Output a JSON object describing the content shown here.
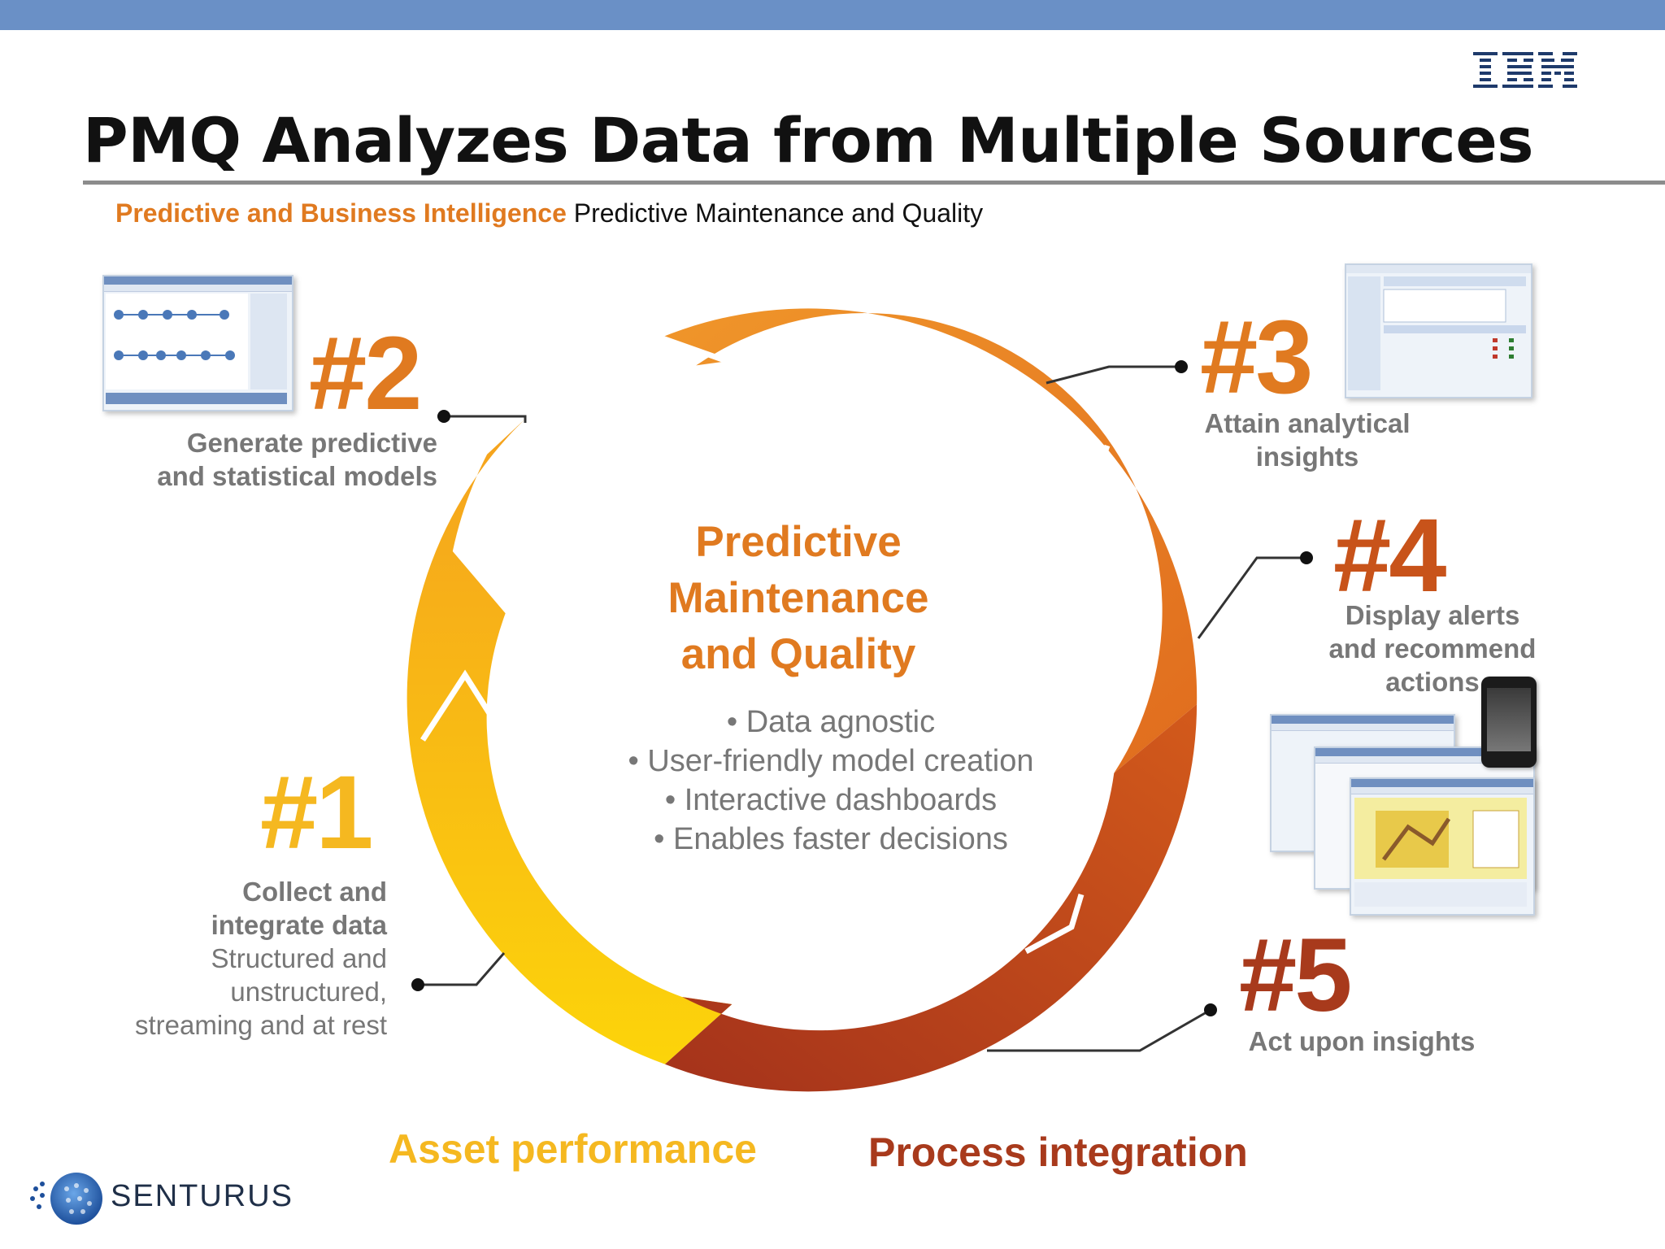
{
  "header": {
    "title": "PMQ Analyzes Data from Multiple Sources",
    "subtitle_accent": "Predictive and Business Intelligence",
    "subtitle_rest": "Predictive Maintenance and Quality",
    "brand_logo": "IBM"
  },
  "center": {
    "title_lines": [
      "Predictive",
      "Maintenance",
      "and Quality"
    ],
    "bullets": [
      "• Data agnostic",
      "• User-friendly model creation",
      "• Interactive dashboards",
      "• Enables faster decisions"
    ]
  },
  "steps": [
    {
      "number": "#1",
      "label": "Collect and integrate data",
      "label_lines": [
        "Collect and",
        "integrate data"
      ],
      "sub_lines": [
        "Structured and",
        "unstructured,",
        "streaming and at rest"
      ]
    },
    {
      "number": "#2",
      "label_lines": [
        "Generate predictive",
        "and statistical models"
      ]
    },
    {
      "number": "#3",
      "label_lines": [
        "Attain analytical",
        "insights"
      ]
    },
    {
      "number": "#4",
      "label_lines": [
        "Display alerts",
        "and recommend",
        "actions"
      ]
    },
    {
      "number": "#5",
      "label_lines": [
        "Act upon insights"
      ]
    }
  ],
  "footer": {
    "left_label": "Asset performance",
    "right_label": "Process integration",
    "company": "SENTURUS"
  },
  "colors": {
    "top_bar": "#6a90c6",
    "accent_orange": "#e07a20",
    "step1": "#f5b820",
    "step2": "#e07a20",
    "step3": "#e07a20",
    "step4": "#c8531a",
    "step5": "#a83a1c",
    "ring_yellow": "#fcc60e",
    "ring_orange": "#ef8b2c",
    "ring_dark": "#b8431e"
  },
  "icons": [
    "screenshot-modeler",
    "screenshot-dashboard",
    "screenshot-reports",
    "smartphone",
    "globe-logo"
  ]
}
